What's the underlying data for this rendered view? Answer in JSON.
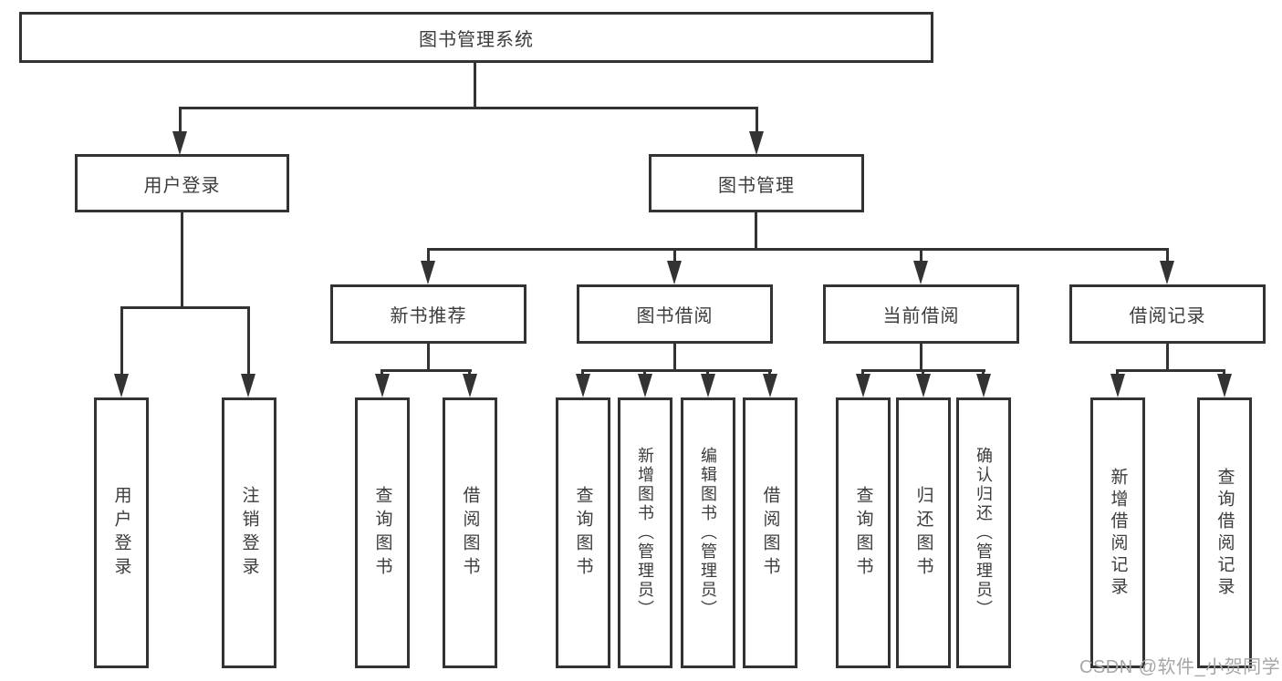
{
  "colors": {
    "line": "#333333",
    "text": "#3c3c3c",
    "background": "#ffffff",
    "watermark": "#a6a6a6"
  },
  "nodes": {
    "root": {
      "label": "图书管理系统"
    },
    "user_login": {
      "label": "用户登录"
    },
    "book_management": {
      "label": "图书管理"
    },
    "new_book_recommend": {
      "label": "新书推荐"
    },
    "book_borrowing": {
      "label": "图书借阅"
    },
    "current_borrowing": {
      "label": "当前借阅"
    },
    "borrowing_records": {
      "label": "借阅记录"
    },
    "leaf_user_login": {
      "label": "用户登录"
    },
    "leaf_logout": {
      "label": "注销登录"
    },
    "leaf_query_books_recommend": {
      "label": "查询图书"
    },
    "leaf_borrow_books_recommend": {
      "label": "借阅图书"
    },
    "leaf_query_books_borrowing": {
      "label": "查询图书"
    },
    "leaf_add_books_admin": {
      "label": "新增图书（管理员）"
    },
    "leaf_edit_books_admin": {
      "label": "编辑图书（管理员）"
    },
    "leaf_borrow_books_borrowing": {
      "label": "借阅图书"
    },
    "leaf_query_books_current": {
      "label": "查询图书"
    },
    "leaf_return_books": {
      "label": "归还图书"
    },
    "leaf_confirm_return_admin": {
      "label": "确认归还（管理员）"
    },
    "leaf_add_borrow_record": {
      "label": "新增借阅记录"
    },
    "leaf_query_borrow_record": {
      "label": "查询借阅记录"
    }
  },
  "watermark": {
    "text": "CSDN @软件_小贺同学"
  }
}
